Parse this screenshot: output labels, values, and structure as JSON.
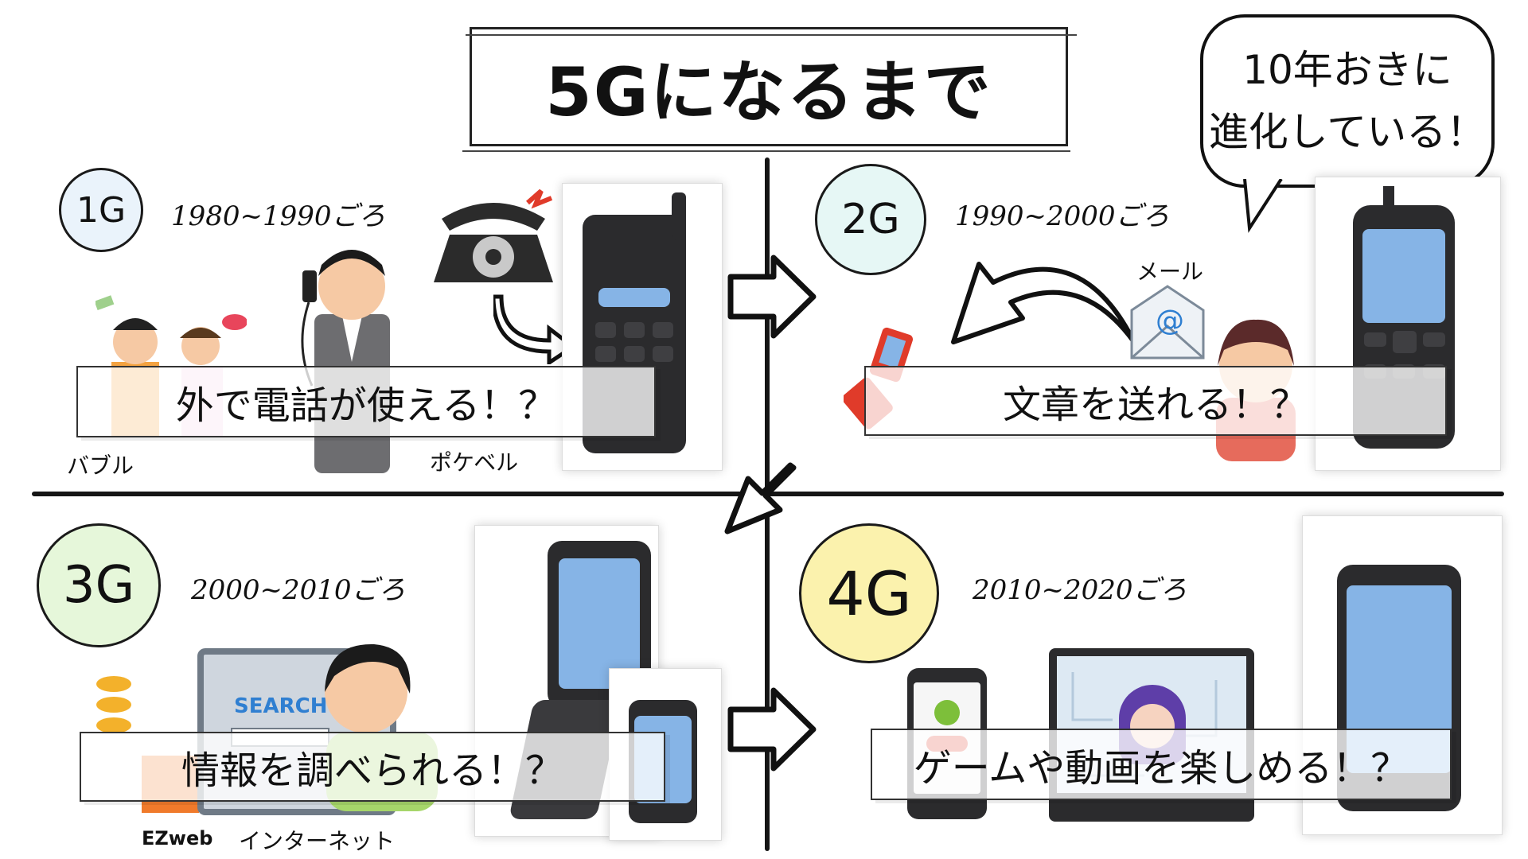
{
  "title": "5Gになるまで",
  "bubble": {
    "line1": "10年おきに",
    "line2": "進化している！"
  },
  "panels": [
    {
      "gen": "1G",
      "era": "1980~1990ごろ",
      "caption": "外で電話が使える！？",
      "labels": [
        "バブル",
        "ポケベル"
      ]
    },
    {
      "gen": "2G",
      "era": "1990~2000ごろ",
      "caption": "文章を送れる！？",
      "labels": [
        "メール"
      ]
    },
    {
      "gen": "3G",
      "era": "2000~2010ごろ",
      "caption": "情報を調べられる！？",
      "labels": [
        "EZweb",
        "インターネット"
      ]
    },
    {
      "gen": "4G",
      "era": "2010~2020ごろ",
      "caption": "ゲームや動画を楽しめる！？",
      "labels": []
    }
  ],
  "illustrations": {
    "search_text": "SEARCH",
    "email_symbol": "@"
  },
  "colors": {
    "circle_1g": "#eaf3fb",
    "circle_2g": "#e6f7f5",
    "circle_3g": "#e6f7da",
    "circle_4g": "#fbf2ad",
    "screen": "#86b4e6"
  }
}
